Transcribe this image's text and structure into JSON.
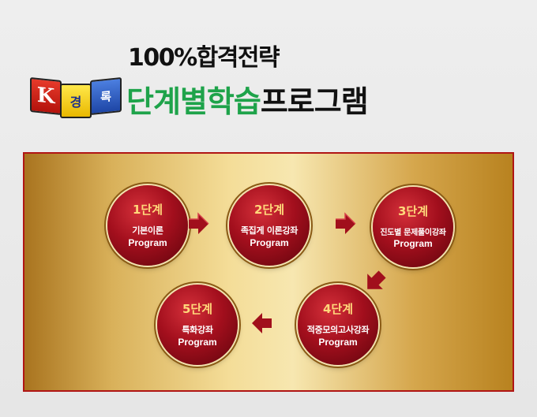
{
  "header": {
    "subtitle": "100%합격전략",
    "logo": {
      "letters": [
        "K",
        "경",
        "록"
      ],
      "colors": {
        "k": "#c81b12",
        "g": "#f3cc12",
        "r": "#2a55b8"
      }
    },
    "title_green": "단계별학습",
    "title_dark": "프로그램"
  },
  "colors": {
    "title_green": "#1ea34a",
    "panel_border": "#b01515",
    "step_red": "#a30f1d",
    "step_label": "#ffd87a",
    "arrow": "#a10f1c"
  },
  "steps": [
    {
      "label": "1단계",
      "name": "기본이론",
      "sub": "Program"
    },
    {
      "label": "2단계",
      "name": "족집게 이론강좌",
      "sub": "Program"
    },
    {
      "label": "3단계",
      "name": "진도별 문제풀이강좌",
      "sub": "Program"
    },
    {
      "label": "4단계",
      "name": "적중모의고사강좌",
      "sub": "Program"
    },
    {
      "label": "5단계",
      "name": "특화강좌",
      "sub": "Program"
    }
  ],
  "arrows": [
    {
      "icon": "arrow-right-icon"
    },
    {
      "icon": "arrow-right-icon"
    },
    {
      "icon": "arrow-down-left-icon"
    },
    {
      "icon": "arrow-left-icon"
    }
  ]
}
